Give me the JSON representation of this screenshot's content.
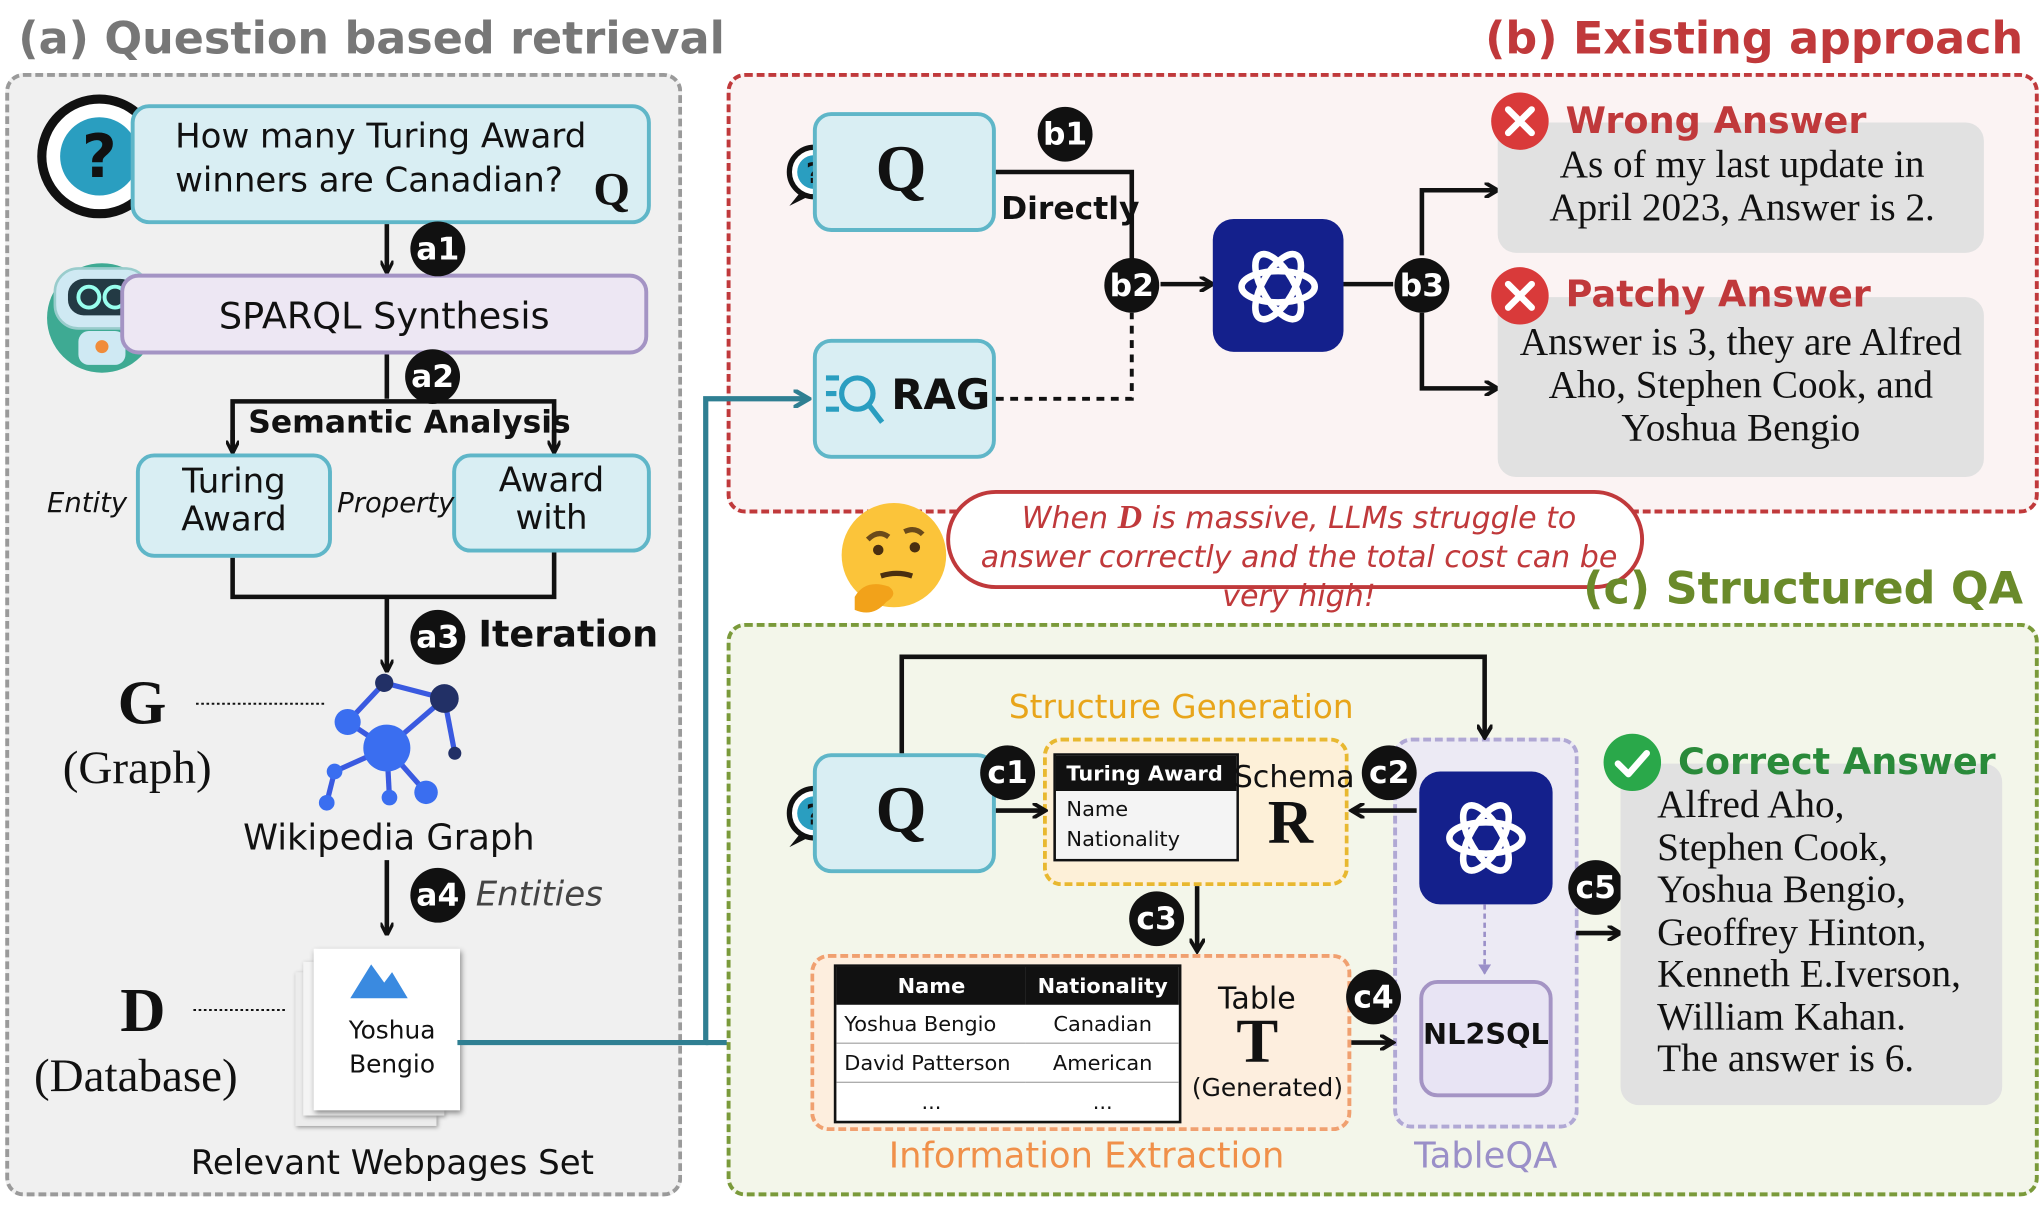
{
  "panel_a": {
    "title": "(a) Question based retrieval",
    "question": "How many Turing Award winners are Canadian?",
    "question_symbol": "Q",
    "step_a1": "a1",
    "step_a2": "a2",
    "step_a3": "a3",
    "step_a4": "a4",
    "sparql_label": "SPARQL Synthesis",
    "semantic_label": "Semantic Analysis",
    "entity_label": "Entity",
    "property_label": "Property",
    "entity_box": "Turing Award",
    "property_box": "Award with",
    "iteration_label": "Iteration",
    "graph_symbol": "G",
    "graph_caption": "(Graph)",
    "graph_label": "Wikipedia Graph",
    "entities_label": "Entities",
    "db_symbol": "D",
    "db_caption": "(Database)",
    "doc_label": "Yoshua Bengio",
    "webpages_label": "Relevant Webpages Set"
  },
  "panel_b": {
    "title": "(b) Existing approach",
    "q_symbol": "Q",
    "rag_label": "RAG",
    "step_b1": "b1",
    "step_b2": "b2",
    "step_b3": "b3",
    "directly_label": "Directly",
    "wrong_title": "Wrong Answer",
    "wrong_text": "As of my last update in April 2023, Answer is 2.",
    "patchy_title": "Patchy Answer",
    "patchy_text": "Answer is 3, they are Alfred Aho, Stephen Cook, and Yoshua Bengio"
  },
  "thought": {
    "pre": "When ",
    "symbol": "D",
    "post": " is massive, LLMs struggle to answer correctly and the total cost can be very high!"
  },
  "panel_c": {
    "title": "(c) Structured QA",
    "q_symbol": "Q",
    "structure_gen_label": "Structure Generation",
    "schema_header": "Turing Award",
    "schema_rows": [
      "Name",
      "Nationality"
    ],
    "schema_label": "Schema",
    "schema_symbol": "R",
    "step_c1": "c1",
    "step_c2": "c2",
    "step_c3": "c3",
    "step_c4": "c4",
    "step_c5": "c5",
    "table_headers": [
      "Name",
      "Nationality"
    ],
    "table_rows": [
      [
        "Yoshua Bengio",
        "Canadian"
      ],
      [
        "David Patterson",
        "American"
      ],
      [
        "...",
        "..."
      ]
    ],
    "table_label": "Table",
    "table_symbol": "T",
    "table_generated": "(Generated)",
    "info_extraction_label": "Information Extraction",
    "nl2sql_label": "NL2SQL",
    "tableqa_label": "TableQA",
    "correct_title": "Correct Answer",
    "correct_lines": [
      "Alfred Aho,",
      "Stephen Cook,",
      "Yoshua Bengio,",
      "Geoffrey Hinton,",
      "Kenneth E.Iverson,",
      "William Kahan.",
      "The answer is 6."
    ]
  },
  "colors": {
    "panel_a_border": "#9a9a9a",
    "panel_b_border": "#c0393b",
    "panel_c_border": "#7a9a3a",
    "wrong": "#c0393b",
    "correct": "#3a8a2a",
    "structure_gen": "#e8a51a",
    "info_extraction": "#f0904a",
    "tableqa": "#9a8fc8",
    "flow_arrow": "#2f7f92",
    "gpt": "#14208c"
  },
  "icons": [
    "question-bubble-icon",
    "robot-icon",
    "graph-network-icon",
    "document-stack-icon",
    "search-doc-icon",
    "chatgpt-logo-icon",
    "x-mark-icon",
    "check-mark-icon",
    "thinking-emoji-icon"
  ]
}
